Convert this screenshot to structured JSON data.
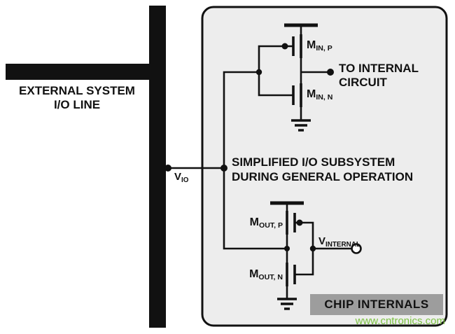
{
  "colors": {
    "ink": "#111111",
    "box-fill": "#ededed",
    "badge-bg": "#9d9d9d",
    "watermark-green": "#7cc142"
  },
  "external_line": {
    "line1": "EXTERNAL SYSTEM",
    "line2": "I/O LINE"
  },
  "vio": {
    "main": "V",
    "sub": "IO"
  },
  "input_stage": {
    "pmos_main": "M",
    "pmos_sub": "IN, P",
    "nmos_main": "M",
    "nmos_sub": "IN, N",
    "out_line1": "TO INTERNAL",
    "out_line2": "CIRCUIT"
  },
  "caption": {
    "line1": "SIMPLIFIED I/O SUBSYSTEM",
    "line2": "DURING GENERAL OPERATION"
  },
  "output_stage": {
    "pmos_main": "M",
    "pmos_sub": "OUT, P",
    "nmos_main": "M",
    "nmos_sub": "OUT, N",
    "vinternal_main": "V",
    "vinternal_sub": "INTERNAL"
  },
  "footer": {
    "chip_internals": "CHIP INTERNALS",
    "watermark": "www.cntronics.com"
  }
}
